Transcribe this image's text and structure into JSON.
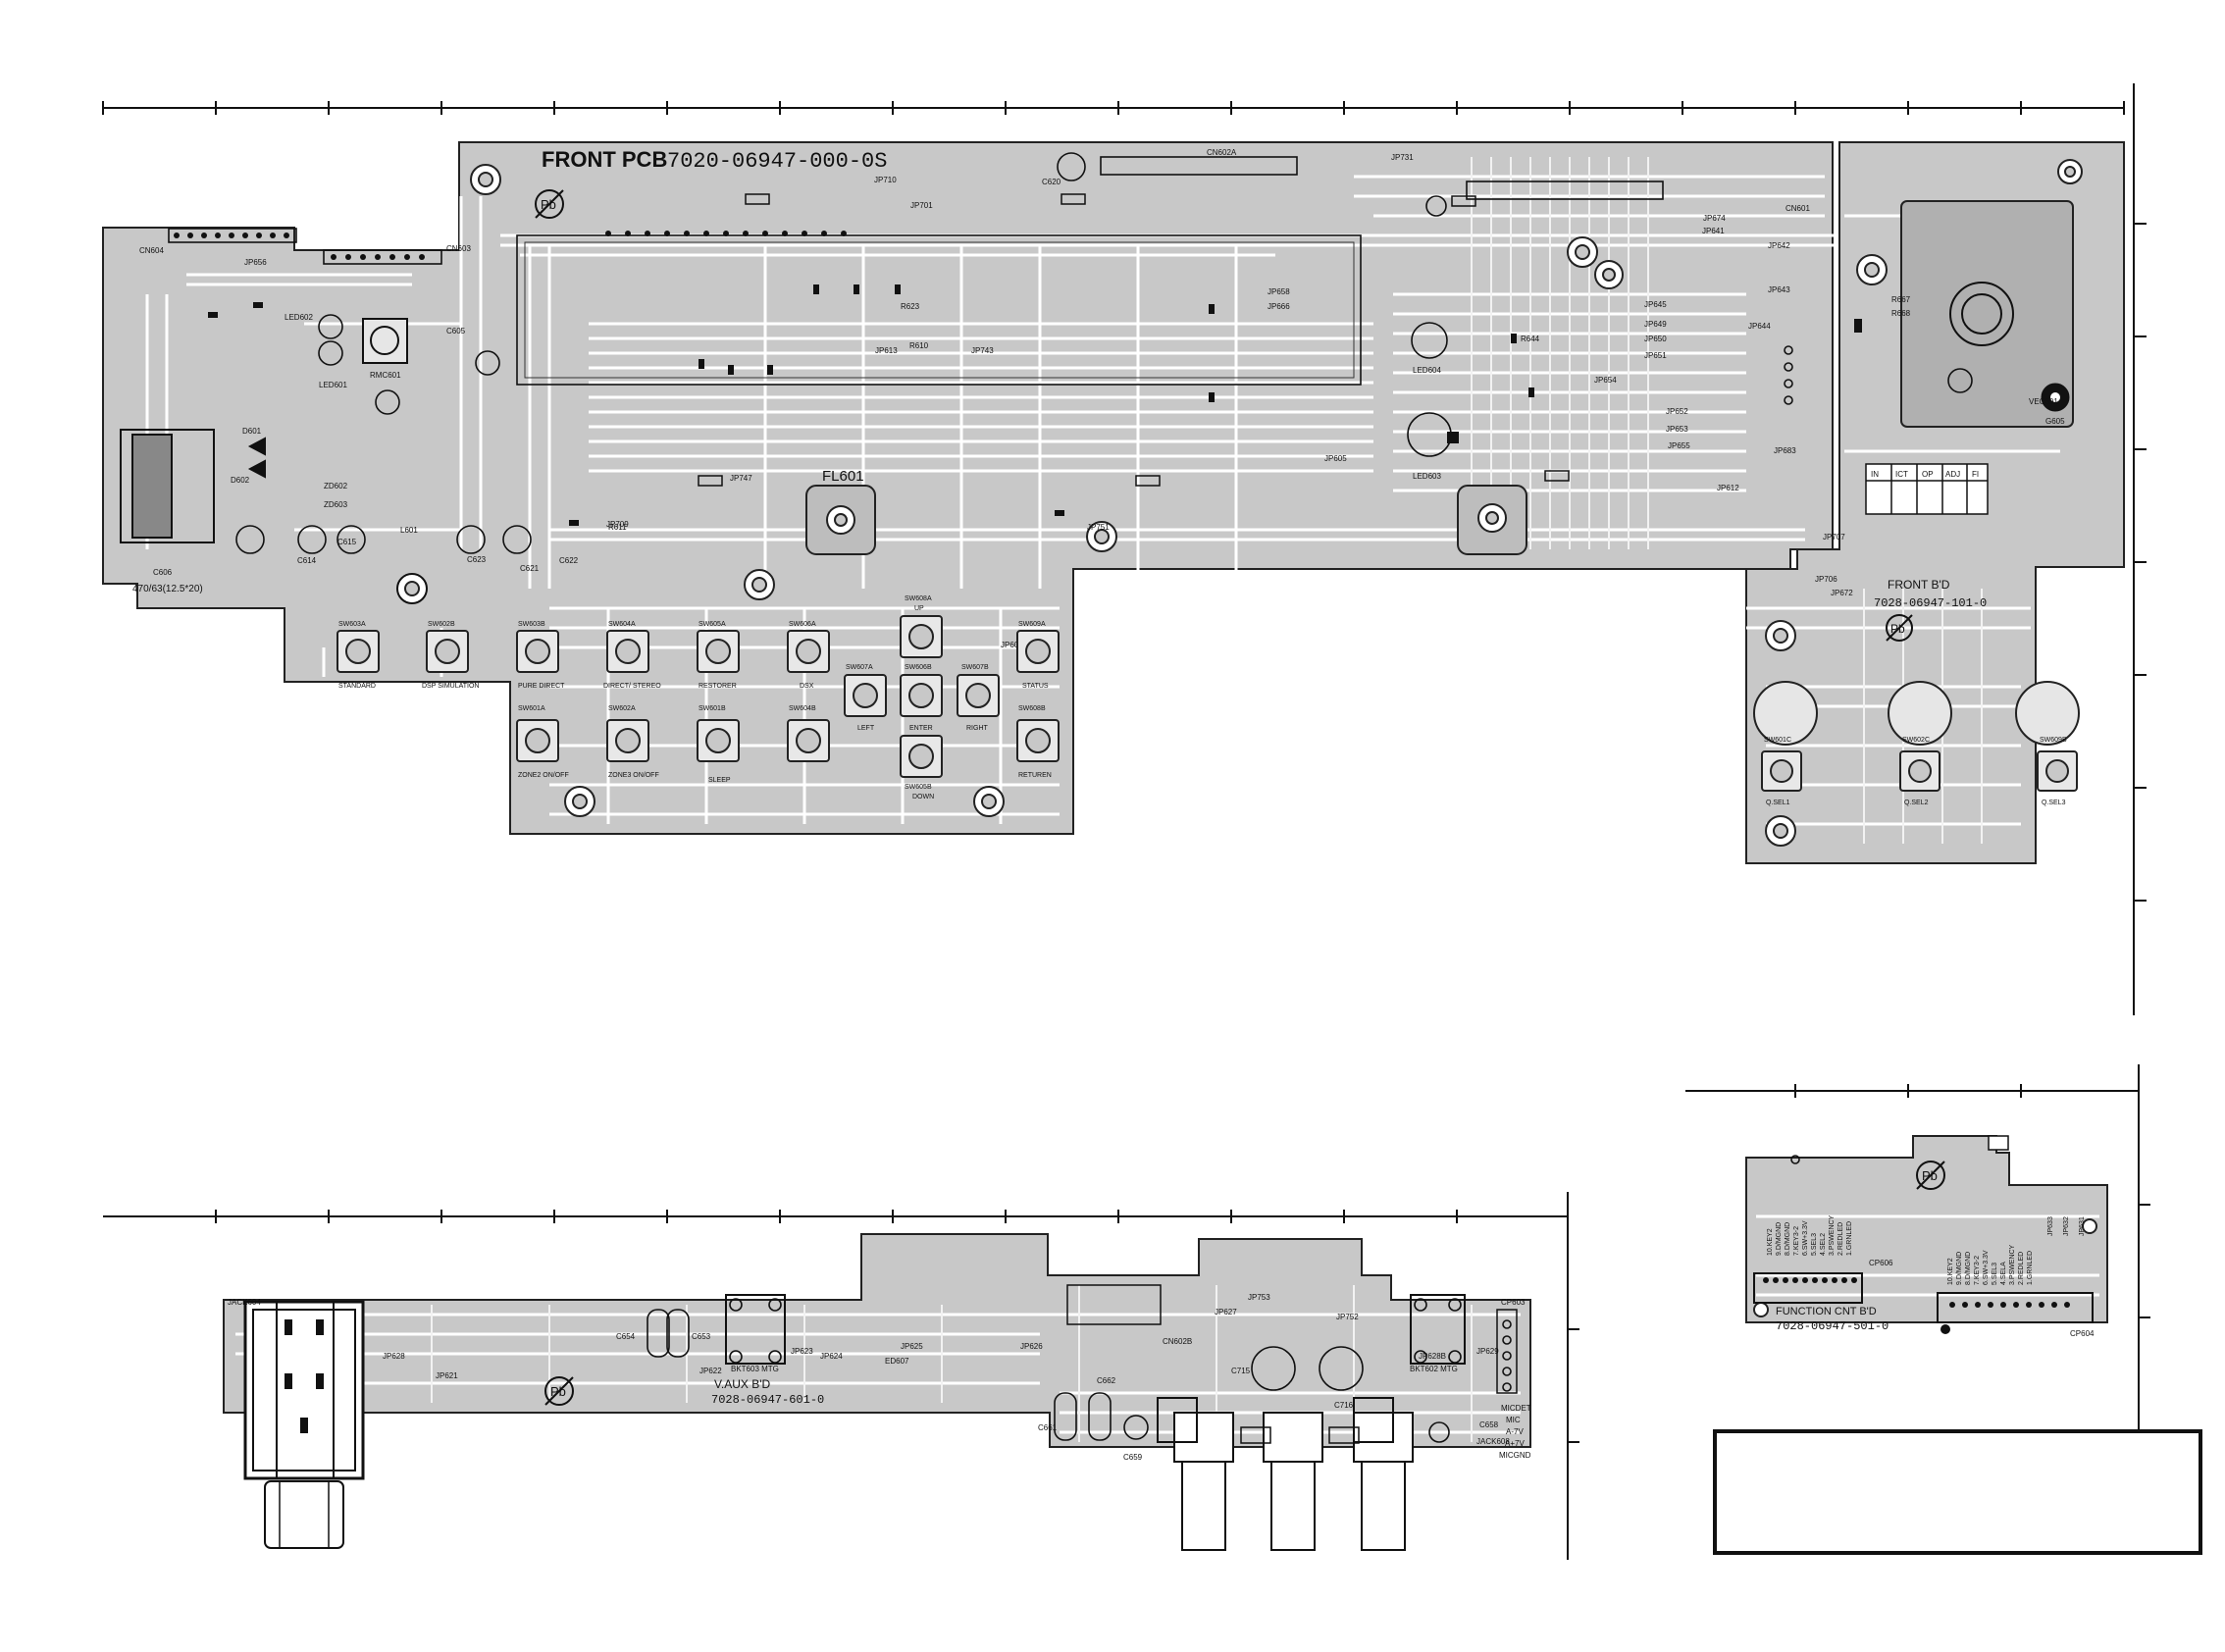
{
  "front_pcb": {
    "title": "FRONT PCB",
    "part_number": "7020-06947-000-0S",
    "display_label": "FL601",
    "cap_label": "470/63(12.5*20)",
    "buttons": [
      {
        "ref": "SW603A",
        "label": "STANDARD"
      },
      {
        "ref": "SW602B",
        "label": "DSP SIMULATION"
      },
      {
        "ref": "SW603B",
        "label": "PURE DIRECT"
      },
      {
        "ref": "SW604A",
        "label": "DIRECT/ STEREO"
      },
      {
        "ref": "SW605A",
        "label": "RESTORER"
      },
      {
        "ref": "SW606A",
        "label": "DSX"
      },
      {
        "ref": "SW608A",
        "label": "UP"
      },
      {
        "ref": "SW609A",
        "label": "STATUS"
      },
      {
        "ref": "SW607A",
        "label": "LEFT"
      },
      {
        "ref": "SW606B",
        "label": "ENTER"
      },
      {
        "ref": "SW607B",
        "label": "RIGHT"
      },
      {
        "ref": "SW608B",
        "label": "RETUREN"
      },
      {
        "ref": "SW601A",
        "label": "ZONE2 ON/OFF"
      },
      {
        "ref": "SW602A",
        "label": "ZONE3 ON/OFF"
      },
      {
        "ref": "SW601B",
        "label": "SLEEP"
      },
      {
        "ref": "SW604B",
        "label": ""
      },
      {
        "ref": "SW605B",
        "label": "DOWN"
      }
    ],
    "refs": [
      "CN604",
      "CN603",
      "CN602A",
      "CN601",
      "LED602",
      "LED601",
      "LED604",
      "LED603",
      "RMC601",
      "D601",
      "D602",
      "ZD602",
      "ZD603",
      "L601",
      "C605",
      "C606",
      "C614",
      "C615",
      "C620",
      "C621",
      "C622",
      "C623",
      "JP709",
      "JP710",
      "JP701",
      "JP731",
      "JP743",
      "JP747",
      "JP751",
      "JP605",
      "JP606",
      "JP613",
      "R610",
      "R611",
      "R623",
      "R644",
      "JP641",
      "JP642",
      "JP643",
      "JP644",
      "JP645",
      "JP649",
      "JP650",
      "JP651",
      "JP652",
      "JP653",
      "JP654",
      "JP655",
      "JP656",
      "JP658",
      "JP666",
      "JP674"
    ]
  },
  "front_bd": {
    "title": "FRONT B'D",
    "part_number": "7028-06947-101-0",
    "table_headers": [
      "IN",
      "ICT",
      "OP",
      "ADJ",
      "FI"
    ],
    "buttons": [
      {
        "ref": "SW601C",
        "label": "Q.SEL1"
      },
      {
        "ref": "SW602C",
        "label": "Q.SEL2"
      },
      {
        "ref": "SW609B",
        "label": "Q.SEL3"
      }
    ],
    "refs": [
      "VEC601",
      "G605",
      "R667",
      "R668",
      "JP707",
      "JP706",
      "JP672",
      "JP612",
      "JP683"
    ]
  },
  "vaux_bd": {
    "title": "V.AUX B'D",
    "part_number": "7028-06947-601-0",
    "bracket_left": "BKT603 MTG",
    "bracket_right": "BKT602 MTG",
    "jack_left": "JACK604",
    "jack_right": "JACK608",
    "connector": "CN602B",
    "connector_right": "CP603",
    "pin_labels": [
      "MICDET",
      "MIC",
      "A-7V",
      "A+7V",
      "MICGND"
    ],
    "refs": [
      "C654",
      "C653",
      "C661",
      "C662",
      "C659",
      "C715",
      "C716",
      "C658",
      "JP628",
      "JP621",
      "JP622",
      "JP623",
      "JP624",
      "JP625",
      "JP626",
      "JP627",
      "JP628B",
      "JP629",
      "JP752",
      "JP753",
      "ED607"
    ]
  },
  "function_bd": {
    "title": "FUNCTION CNT B'D",
    "part_number": "7028-06947-501-0",
    "connector_top": "CP606",
    "connector_bottom": "CP604",
    "pin_labels_left": [
      "10.KEY2",
      "9.D/MGND",
      "8.D/MGND",
      "7.KEY3-2",
      "6.SW+3.3V",
      "5.SEL3",
      "4.SEL2",
      "3.PSWENCY",
      "2.REDLED",
      "1.GRNLED"
    ],
    "pin_labels_right": [
      "10.KEY2",
      "9.D/MGND",
      "8.D/MGND",
      "7.KEY3-2",
      "6.SW+3.3V",
      "5.SEL3",
      "4.SELA",
      "3.PSWENCY",
      "2.REDLED",
      "1.GRNLED"
    ],
    "refs": [
      "JP633",
      "JP632",
      "JP631"
    ]
  },
  "lead_free_mark": "Pb"
}
